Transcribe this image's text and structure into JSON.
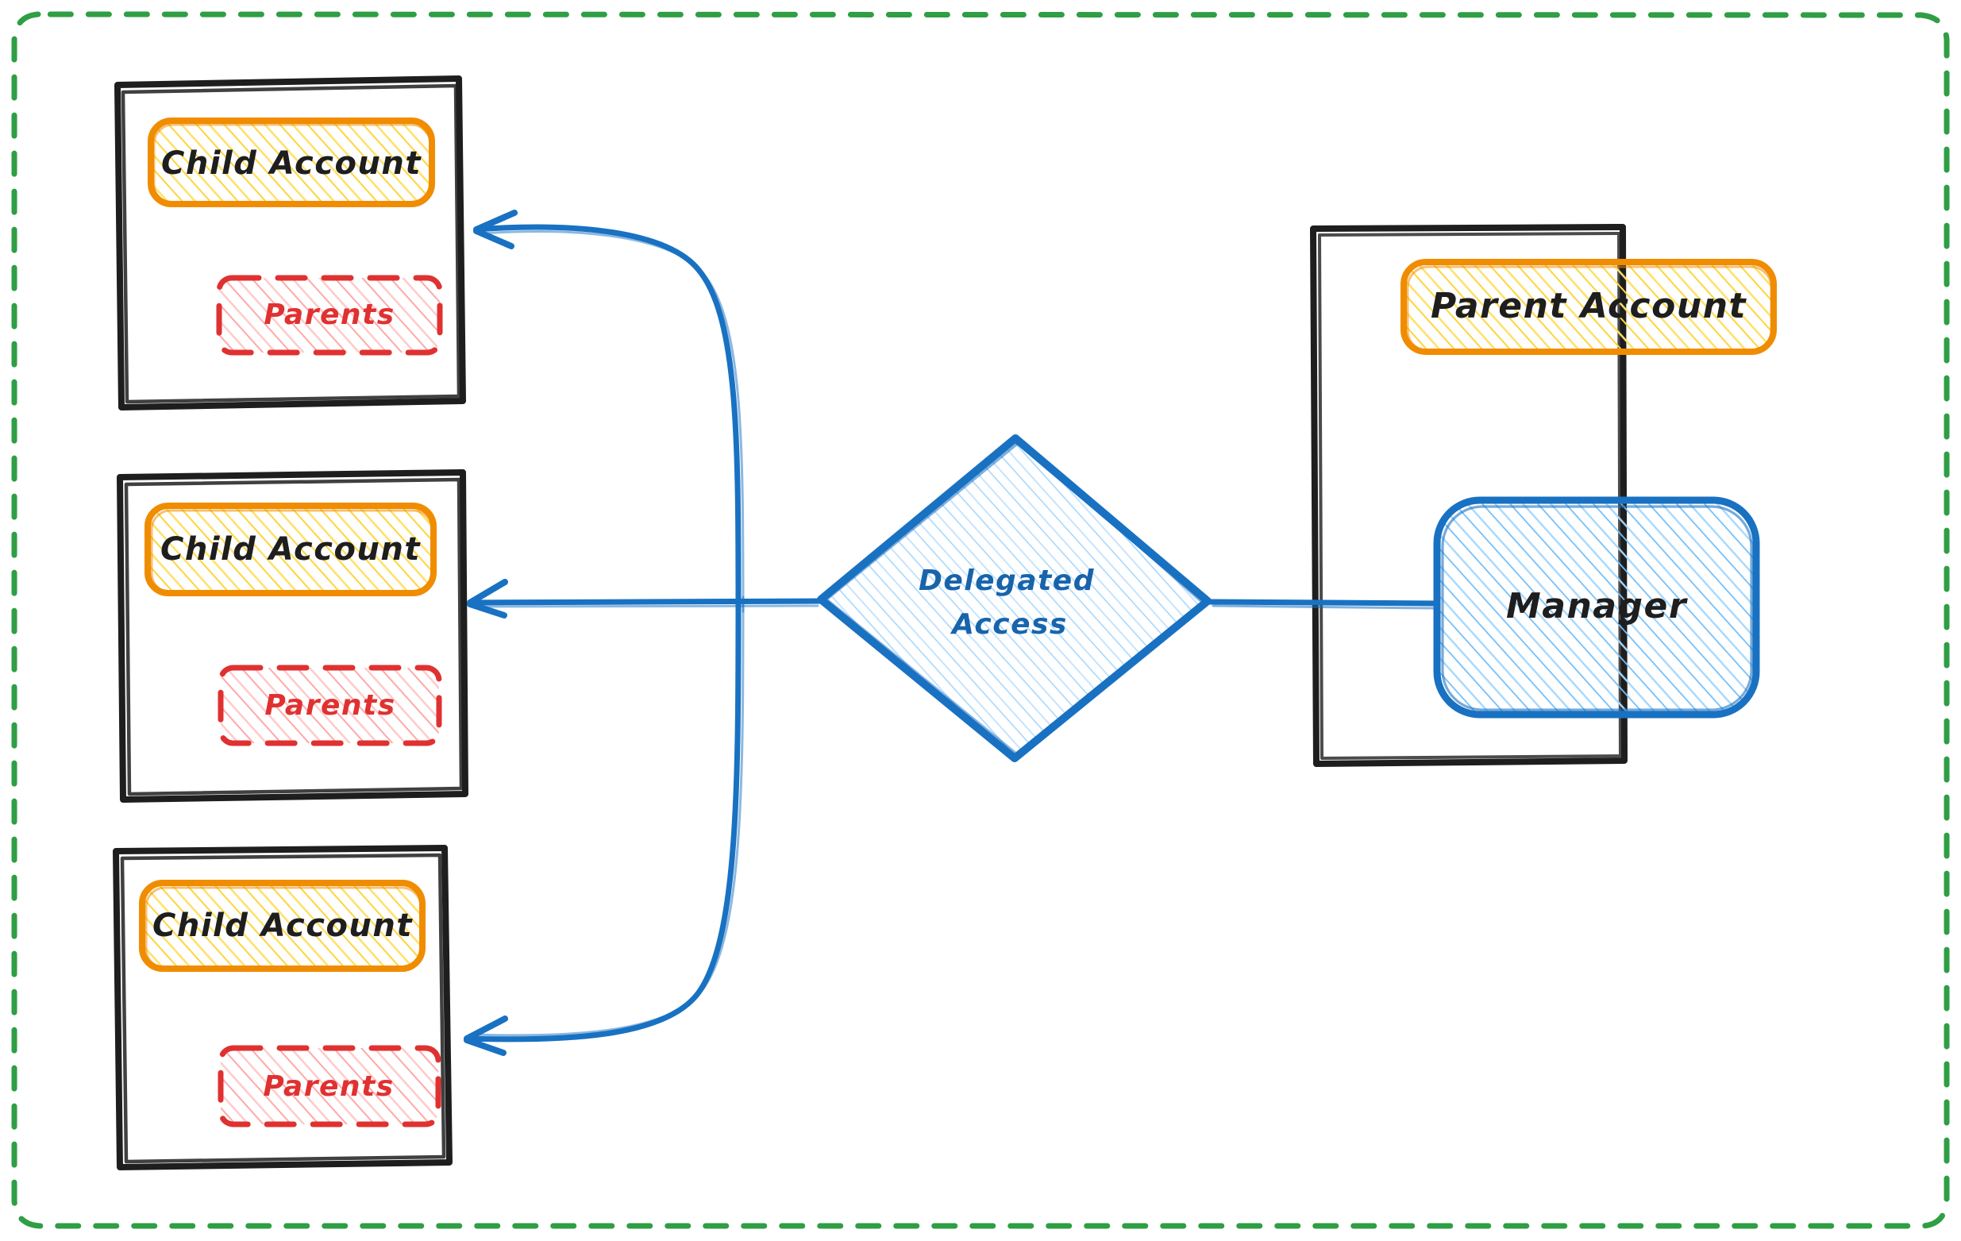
{
  "diagram": {
    "title": "Delegated Access between Parent Account and Child Accounts",
    "background": "#ffffff",
    "boundary": {
      "name": "organization-boundary",
      "stroke": "#2f9e44",
      "style": "dashed"
    },
    "colors": {
      "black": "#1e1e1e",
      "orange_stroke": "#f08c00",
      "orange_fill": "#ffec99",
      "red_stroke": "#e03131",
      "red_fill": "#ffc9c9",
      "blue_stroke": "#1971c2",
      "blue_fill": "#a5d8ff",
      "green_stroke": "#2f9e44",
      "text_blue": "#1864ab"
    },
    "child_accounts": [
      {
        "id": "child-1",
        "container_label": "",
        "account_label": "Child Account",
        "parents_label": "Parents"
      },
      {
        "id": "child-2",
        "container_label": "",
        "account_label": "Child Account",
        "parents_label": "Parents"
      },
      {
        "id": "child-3",
        "container_label": "",
        "account_label": "Child Account",
        "parents_label": "Parents"
      }
    ],
    "parent_account": {
      "id": "parent-1",
      "container_label": "",
      "account_label": "Parent Account",
      "manager_label": "Manager"
    },
    "relation": {
      "id": "delegated-access",
      "label_line_1": "Delegated",
      "label_line_2": "Access",
      "shape": "diamond"
    },
    "edges": [
      {
        "from": "delegated-access",
        "to": "child-1",
        "direction": "to-child",
        "style": "curved-arrow"
      },
      {
        "from": "delegated-access",
        "to": "child-2",
        "direction": "to-child",
        "style": "straight-arrow"
      },
      {
        "from": "delegated-access",
        "to": "child-3",
        "direction": "to-child",
        "style": "curved-arrow"
      },
      {
        "from": "manager",
        "to": "delegated-access",
        "direction": "to-relation",
        "style": "line"
      }
    ]
  }
}
